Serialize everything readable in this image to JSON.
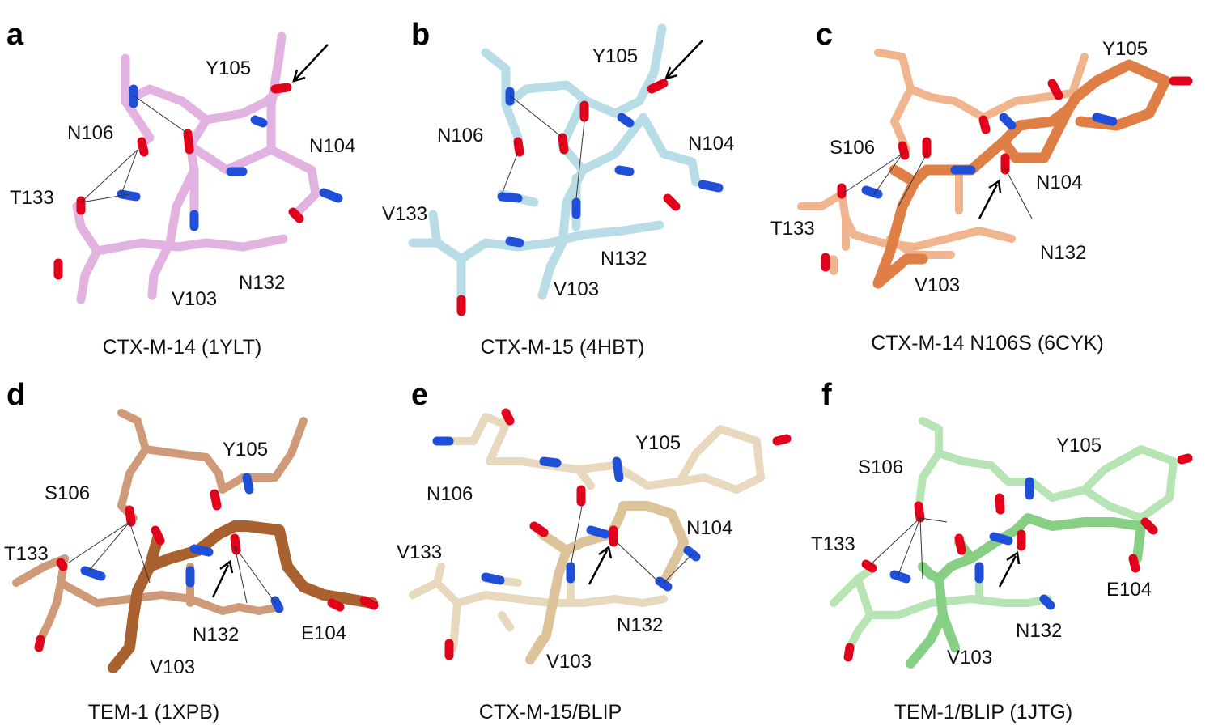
{
  "colors": {
    "a": "#e2b2e0",
    "b": "#b9dde6",
    "c": "#e8915c",
    "d": "#b26f45",
    "e": "#e3cfac",
    "f": "#8fd48e",
    "oxygen": "#e3001b",
    "nitrogen": "#1f4fd8"
  },
  "panels": [
    {
      "letter": "a",
      "caption": "CTX-M-14 (1YLT)",
      "labels": [
        "Y105",
        "N106",
        "N104",
        "T133",
        "V103",
        "N132"
      ]
    },
    {
      "letter": "b",
      "caption": "CTX-M-15 (4HBT)",
      "labels": [
        "Y105",
        "N106",
        "N104",
        "V133",
        "N132",
        "V103"
      ]
    },
    {
      "letter": "c",
      "caption": "CTX-M-14 N106S (6CYK)",
      "labels": [
        "Y105",
        "S106",
        "N104",
        "T133",
        "N132",
        "V103"
      ]
    },
    {
      "letter": "d",
      "caption": "TEM-1 (1XPB)",
      "labels": [
        "Y105",
        "S106",
        "T133",
        "N132",
        "E104",
        "V103"
      ]
    },
    {
      "letter": "e",
      "caption": "CTX-M-15/BLIP",
      "labels": [
        "Y105",
        "N106",
        "N104",
        "V133",
        "N132",
        "V103"
      ]
    },
    {
      "letter": "f",
      "caption": "TEM-1/BLIP (1JTG)",
      "labels": [
        "Y105",
        "S106",
        "T133",
        "E104",
        "N132",
        "V103"
      ]
    }
  ]
}
